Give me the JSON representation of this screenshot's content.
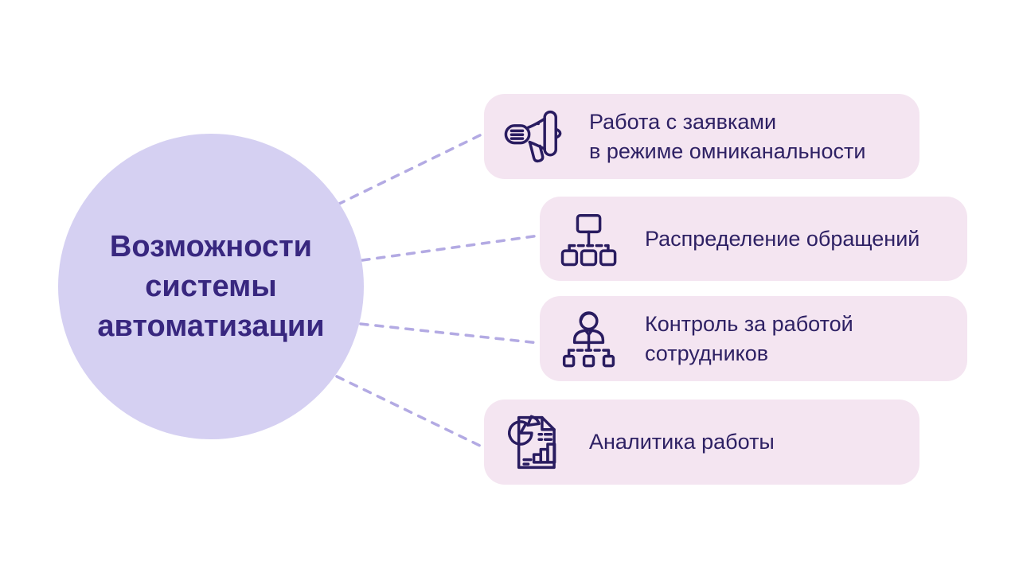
{
  "title": "Возможности системы автоматизации",
  "colors": {
    "bg": "#ffffff",
    "circle_fill": "#d5d0f2",
    "circle_text": "#38277f",
    "card_fill": "#f4e5f1",
    "card_text": "#2e2164",
    "icon_stroke": "#291c60",
    "connector": "#b3aae3"
  },
  "center": {
    "lines": [
      "Возможности",
      "системы",
      "автоматизации"
    ]
  },
  "cards": [
    {
      "icon": "megaphone-icon",
      "lines": [
        "Работа с заявками",
        "в режиме омниканальности"
      ]
    },
    {
      "icon": "org-chart-icon",
      "lines": [
        "Распределение обращений",
        ""
      ]
    },
    {
      "icon": "employee-control-icon",
      "lines": [
        "Контроль за работой",
        "сотрудников"
      ]
    },
    {
      "icon": "analytics-report-icon",
      "lines": [
        "Аналитика работы",
        ""
      ]
    }
  ]
}
